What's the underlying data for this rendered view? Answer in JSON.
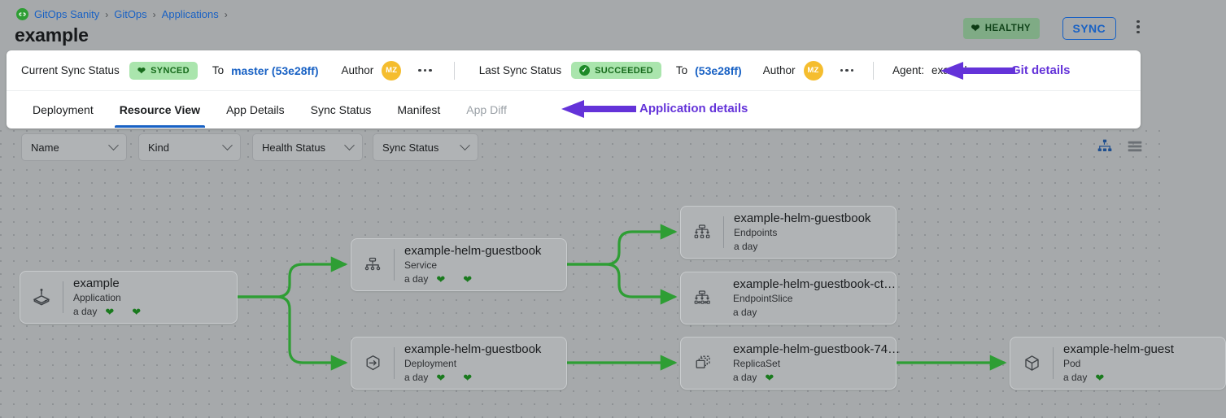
{
  "breadcrumb": {
    "logo_icon": "gitops-logo-icon",
    "items": [
      "GitOps Sanity",
      "GitOps",
      "Applications"
    ],
    "separator": "›"
  },
  "header": {
    "title": "example",
    "health_badge": {
      "label": "HEALTHY",
      "icon": "heart-icon",
      "color": "#7fab85"
    },
    "sync_button": {
      "label": "SYNC",
      "color": "#1861c4"
    },
    "overflow_menu_icon": "kebab-menu-icon"
  },
  "sync_bar": {
    "current": {
      "label": "Current Sync Status",
      "status": "SYNCED",
      "status_icon": "heart-icon",
      "to_label": "To",
      "revision": "master (53e28ff)",
      "author_label": "Author",
      "author_initials": "MZ",
      "overflow_icon": "ellipsis-icon"
    },
    "last": {
      "label": "Last Sync Status",
      "status": "SUCCEEDED",
      "status_icon": "check-circle-icon",
      "to_label": "To",
      "revision": "(53e28ff)",
      "author_label": "Author",
      "author_initials": "MZ",
      "overflow_icon": "ellipsis-icon"
    },
    "agent": {
      "label": "Agent:",
      "value": "example"
    }
  },
  "annotations": [
    {
      "text": "Git details",
      "color": "#6433d9"
    },
    {
      "text": "Application details",
      "color": "#6433d9"
    }
  ],
  "tabs": [
    {
      "label": "Deployment",
      "active": false,
      "muted": false
    },
    {
      "label": "Resource View",
      "active": true,
      "muted": false
    },
    {
      "label": "App Details",
      "active": false,
      "muted": false
    },
    {
      "label": "Sync Status",
      "active": false,
      "muted": false
    },
    {
      "label": "Manifest",
      "active": false,
      "muted": false
    },
    {
      "label": "App Diff",
      "active": false,
      "muted": true
    }
  ],
  "filters": [
    {
      "label": "Name",
      "icon": "chevron-down-icon"
    },
    {
      "label": "Kind",
      "icon": "chevron-down-icon"
    },
    {
      "label": "Health Status",
      "icon": "chevron-down-icon"
    },
    {
      "label": "Sync Status",
      "icon": "chevron-down-icon"
    }
  ],
  "view_modes": [
    {
      "name": "tree-view",
      "active": true,
      "color": "#1f4f8f"
    },
    {
      "name": "list-view",
      "active": false,
      "color": "#6b7075"
    }
  ],
  "tree": {
    "nodes": [
      {
        "id": "app",
        "name": "example",
        "kind": "Application",
        "age": "a day",
        "icon": "application-icon",
        "health": true,
        "sync": true
      },
      {
        "id": "svc",
        "name": "example-helm-guestbook",
        "kind": "Service",
        "age": "a day",
        "icon": "service-icon",
        "health": true,
        "sync": true
      },
      {
        "id": "deploy",
        "name": "example-helm-guestbook",
        "kind": "Deployment",
        "age": "a day",
        "icon": "deployment-icon",
        "health": true,
        "sync": true
      },
      {
        "id": "endpoints",
        "name": "example-helm-guestbook",
        "kind": "Endpoints",
        "age": "a day",
        "icon": "endpoints-icon",
        "health": false,
        "sync": false
      },
      {
        "id": "endpointslice",
        "name": "example-helm-guestbook-ct…",
        "kind": "EndpointSlice",
        "age": "a day",
        "icon": "endpointslice-icon",
        "health": false,
        "sync": false
      },
      {
        "id": "replicaset",
        "name": "example-helm-guestbook-74…",
        "kind": "ReplicaSet",
        "age": "a day",
        "icon": "replicaset-icon",
        "health": true,
        "sync": false
      },
      {
        "id": "pod",
        "name": "example-helm-guest",
        "kind": "Pod",
        "age": "a day",
        "icon": "pod-icon",
        "health": true,
        "sync": false
      }
    ],
    "edge_color": "#2e9e34",
    "heart_color": "#1a7a1e"
  }
}
